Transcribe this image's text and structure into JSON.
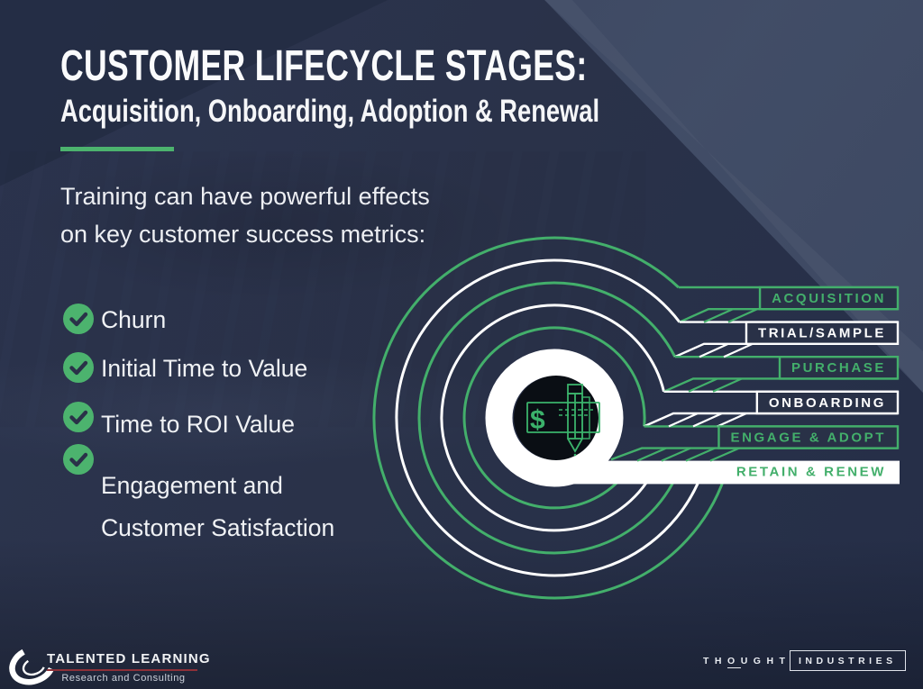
{
  "slide": {
    "title": "CUSTOMER LIFECYCLE STAGES:",
    "subtitle": "Acquisition, Onboarding, Adoption & Renewal",
    "intro_line1": "Training can have powerful effects",
    "intro_line2": "on key customer success metrics:",
    "bullets": [
      {
        "label": "Churn"
      },
      {
        "label": "Initial Time to Value"
      },
      {
        "label": "Time to ROI Value"
      },
      {
        "label": "Engagement and",
        "label2": "Customer Satisfaction"
      }
    ]
  },
  "diagram": {
    "stages": [
      {
        "label": "ACQUISITION",
        "style": "green"
      },
      {
        "label": "TRIAL/SAMPLE",
        "style": "white"
      },
      {
        "label": "PURCHASE",
        "style": "green"
      },
      {
        "label": "ONBOARDING",
        "style": "white"
      },
      {
        "label": "ENGAGE & ADOPT",
        "style": "green"
      },
      {
        "label": "RETAIN & RENEW",
        "style": "white-filled"
      }
    ],
    "center_icon": "cheque-and-pencil-icon"
  },
  "footer": {
    "brand": "TALENTED LEARNING",
    "brand_tagline": "Research and Consulting",
    "partner_word1": "THOUGHT",
    "partner_word2": "INDUSTRIES"
  },
  "colors": {
    "green": "#43AF6B",
    "bright_green": "#4CB36E",
    "white": "#FFFFFF",
    "background": "#2A3148",
    "box_fill": "#293147",
    "check_mark": "#2A3148",
    "accent_red": "#8E3038",
    "center_black": "#0A0E14"
  }
}
